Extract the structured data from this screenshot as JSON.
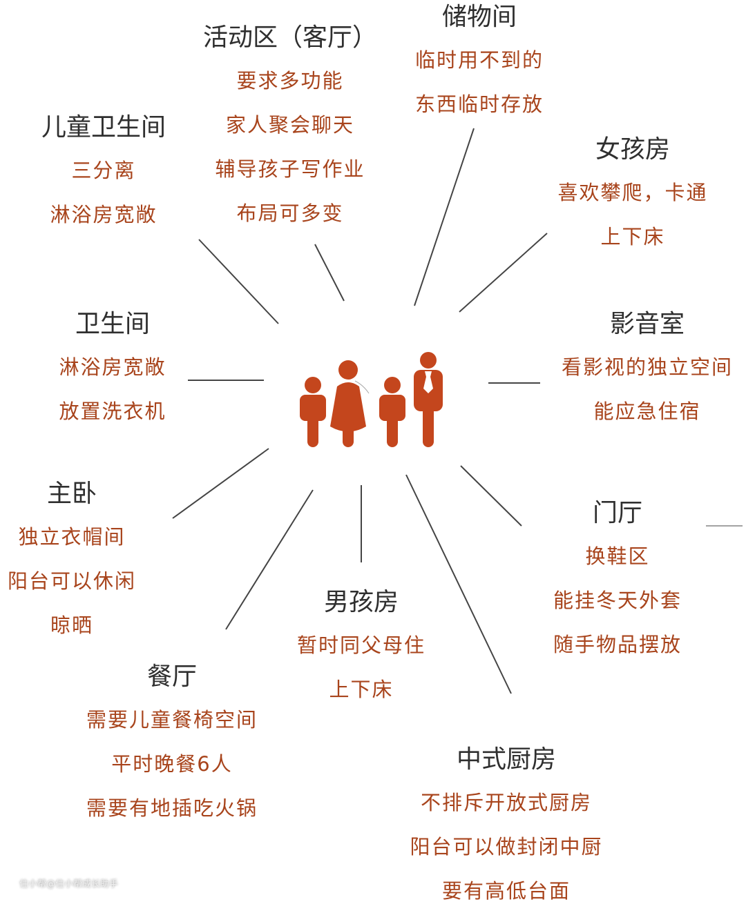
{
  "center_icon": "family-icon",
  "colors": {
    "accent": "#c4461d",
    "text": "#a8441c",
    "title": "#2f2f2f"
  },
  "rooms": [
    {
      "id": "living",
      "title": "活动区（客厅）",
      "lines": [
        "要求多功能",
        "家人聚会聊天",
        "辅导孩子写作业",
        "布局可多变"
      ]
    },
    {
      "id": "storage",
      "title": "储物间",
      "lines": [
        "临时用不到的",
        "东西临时存放"
      ]
    },
    {
      "id": "kids-bath",
      "title": "儿童卫生间",
      "lines": [
        "三分离",
        "淋浴房宽敞"
      ]
    },
    {
      "id": "girl-room",
      "title": "女孩房",
      "lines": [
        "喜欢攀爬，卡通",
        "上下床"
      ]
    },
    {
      "id": "bathroom",
      "title": "卫生间",
      "lines": [
        "淋浴房宽敞",
        "放置洗衣机"
      ]
    },
    {
      "id": "theater",
      "title": "影音室",
      "lines": [
        "看影视的独立空间",
        "能应急住宿"
      ]
    },
    {
      "id": "master",
      "title": "主卧",
      "lines": [
        "独立衣帽间",
        "阳台可以休闲",
        "晾晒"
      ]
    },
    {
      "id": "foyer",
      "title": "门厅",
      "lines": [
        "换鞋区",
        "能挂冬天外套",
        "随手物品摆放"
      ]
    },
    {
      "id": "boy-room",
      "title": "男孩房",
      "lines": [
        "暂时同父母住",
        "上下床"
      ]
    },
    {
      "id": "dining",
      "title": "餐厅",
      "lines": [
        "需要儿童餐椅空间",
        "平时晚餐6人",
        "需要有地插吃火锅"
      ]
    },
    {
      "id": "kitchen",
      "title": "中式厨房",
      "lines": [
        "不排斥开放式厨房",
        "阳台可以做封闭中厨",
        "要有高低台面"
      ]
    }
  ],
  "watermark": "住小帮@住小帮成长助手"
}
